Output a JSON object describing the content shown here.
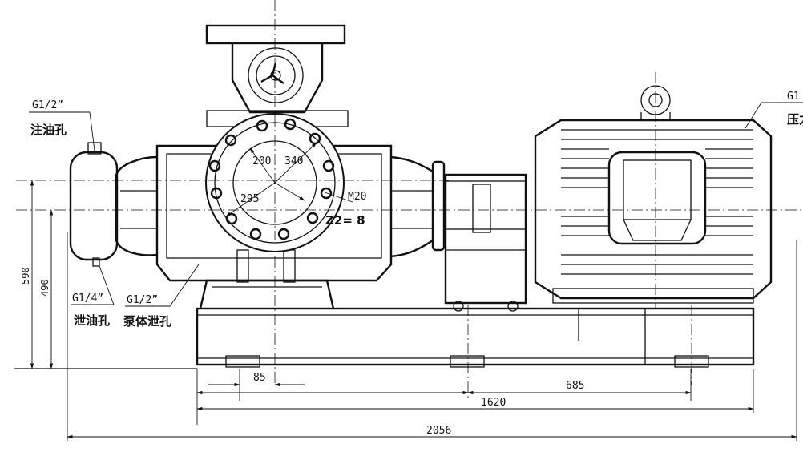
{
  "labels": {
    "oil_fill_spec": "G1/2”",
    "oil_fill_name": "注油孔",
    "oil_drain_spec": "G1/4”",
    "oil_drain_name": "泄油孔",
    "body_drain_spec": "G1/2”",
    "body_drain_name": "泵体泄孔",
    "pressure_spec": "G1",
    "pressure_name": "压力"
  },
  "flange": {
    "d_inner": "200",
    "d_bolt_circle": "340",
    "d_outer": "295",
    "bolt": "M20",
    "bolt_count": "Z2= 8"
  },
  "dimensions": {
    "height_overall": "590",
    "height_axis": "490",
    "d_85": "85",
    "d_685": "685",
    "d_1620": "1620",
    "d_2056": "2056"
  }
}
